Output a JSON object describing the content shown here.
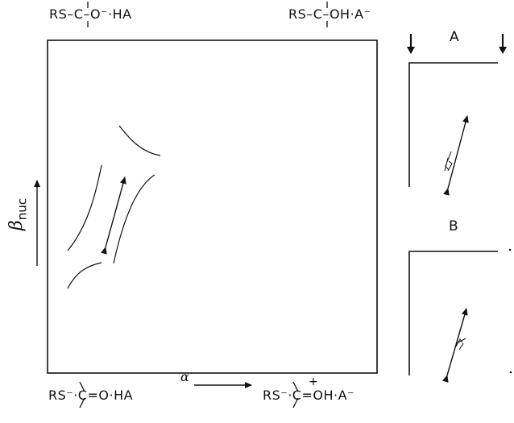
{
  "corners": {
    "top_left": "RS–C–O⁻·HA",
    "top_right": "RS–C–OH·A⁻",
    "bottom_left": "RS⁻·C=O·HA",
    "bottom_right": "RS⁻·C=OH·A⁻",
    "bottom_right_charge": "+"
  },
  "axes": {
    "vertical_symbol": "β",
    "vertical_subscript": "nuc",
    "horizontal_symbol": "α"
  },
  "panels": {
    "a_label": "A",
    "b_label": "B"
  },
  "colors": {
    "ink": "#111111",
    "background": "#ffffff"
  }
}
